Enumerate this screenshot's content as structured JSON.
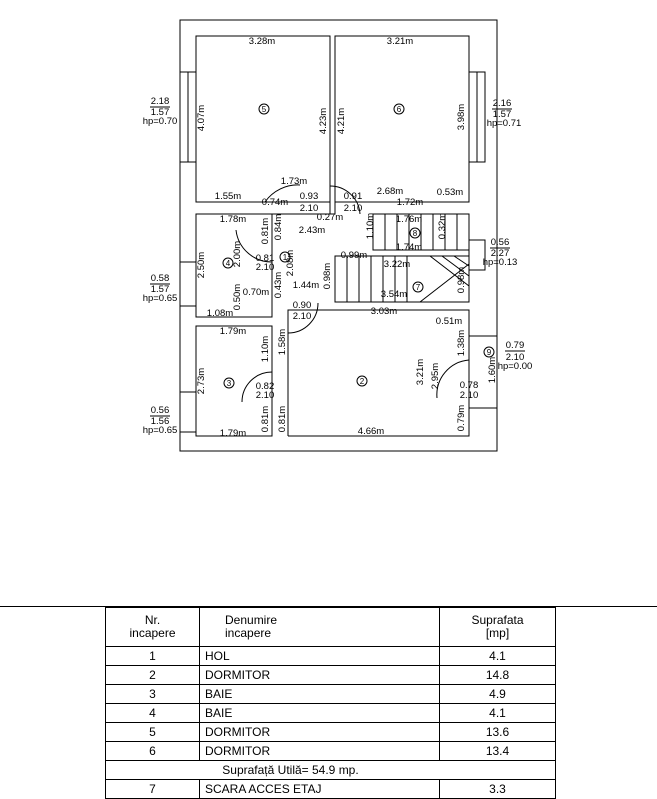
{
  "plan": {
    "room_numbers": [
      "1",
      "2",
      "3",
      "4",
      "5",
      "6",
      "7",
      "8",
      "9"
    ],
    "dimensions": [
      "3.28m",
      "3.21m",
      "4.07m",
      "4.23m",
      "4.21m",
      "3.98m",
      "1.73m",
      "1.55m",
      "0.74m",
      "0.93",
      "2.10",
      "0.91",
      "2.10",
      "2.68m",
      "0.53m",
      "0.27m",
      "1.72m",
      "1.78m",
      "0.81m",
      "0.84m",
      "2.43m",
      "1.10m",
      "1.76m",
      "0.32m",
      "2.00m",
      "2.08m",
      "0.99m",
      "1.74m",
      "2.50m",
      "0.81",
      "2.10",
      "3.22m",
      "0.98m",
      "1.44m",
      "0.98m",
      "0.43m",
      "0.50m",
      "0.70m",
      "3.54m",
      "0.90",
      "2.10",
      "1.08m",
      "3.03m",
      "0.51m",
      "1.79m",
      "1.58m",
      "1.10m",
      "1.38m",
      "2.73m",
      "3.21m",
      "2.95m",
      "1.60m",
      "0.82",
      "2.10",
      "0.78",
      "2.10",
      "1.79m",
      "0.81m",
      "0.81m",
      "4.66m",
      "0.79m"
    ],
    "window_labels": {
      "w5": [
        "2.18",
        "1.57",
        "hp=0.70"
      ],
      "w6": [
        "2.16",
        "1.57",
        "hp=0.71"
      ],
      "w8": [
        "0.56",
        "2.27",
        "hp=0.13"
      ],
      "w4": [
        "0.58",
        "1.57",
        "hp=0.65"
      ],
      "w9": [
        "0.79",
        "2.10",
        "hp=0.00"
      ],
      "w3": [
        "0.56",
        "1.56",
        "hp=0.65"
      ]
    }
  },
  "table": {
    "headers": {
      "nr": "Nr.\nincapere",
      "name": "Denumire\nincapere",
      "area": "Suprafata\n[mp]"
    },
    "rows": [
      {
        "nr": "1",
        "name": "HOL",
        "area": "4.1"
      },
      {
        "nr": "2",
        "name": "DORMITOR",
        "area": "14.8"
      },
      {
        "nr": "3",
        "name": "BAIE",
        "area": "4.9"
      },
      {
        "nr": "4",
        "name": "BAIE",
        "area": "4.1"
      },
      {
        "nr": "5",
        "name": "DORMITOR",
        "area": "13.6"
      },
      {
        "nr": "6",
        "name": "DORMITOR",
        "area": "13.4"
      }
    ],
    "summary": "Suprafață Utilă= 54.9 mp.",
    "partial_row": {
      "nr": "7",
      "name": "SCARA ACCES ETAJ",
      "area": "3.3"
    }
  }
}
